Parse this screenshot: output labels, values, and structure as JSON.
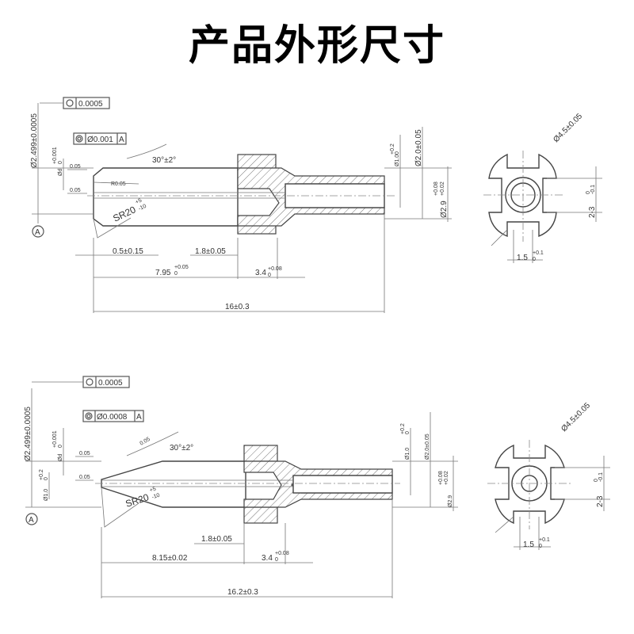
{
  "title": "产品外形尺寸",
  "drawings": [
    {
      "roundness_tol": "0.0005",
      "concentricity_tol": "Ø0.001",
      "datum": "A",
      "dia_main": "Ø2.499±0.0005",
      "dia_bore_base": "Ød",
      "dia_bore_tol": "+0.001",
      "dia_bore_tol2": "0",
      "surface1": "0.05",
      "surface2": "0.05",
      "angle": "30°±2°",
      "radius": "R0.05",
      "sr_base": "SR20",
      "sr_tol_upper": "+5",
      "sr_tol_lower": "-10",
      "dia_small_base": "Ø1.0",
      "dia_small_tol": "+0.2",
      "dia_small_tol2": "0",
      "dia_2": "Ø2.0±0.05",
      "dia_29_base": "Ø2.9",
      "dia_29_tol": "+0.08",
      "dia_29_tol2": "+0.02",
      "len_05": "0.5±0.15",
      "len_18": "1.8±0.05",
      "len_795_base": "7.95",
      "len_795_tol": "+0.05",
      "len_795_tol2": "0",
      "len_34_base": "3.4",
      "len_34_tol": "+0.08",
      "len_34_tol2": "0",
      "len_total": "16±0.3",
      "side_dia": "Ø4.5±0.05",
      "side_width_base": "2-3",
      "side_width_tol": "0",
      "side_width_tol2": "-0.1",
      "side_slot_base": "1.5",
      "side_slot_tol": "+0.1",
      "side_slot_tol2": "0"
    },
    {
      "roundness_tol": "0.0005",
      "concentricity_tol": "Ø0.0008",
      "datum": "A",
      "dia_main": "Ø2.499±0.0005",
      "dia_bore_base": "Ød",
      "dia_bore_tol": "+0.001",
      "dia_bore_tol2": "0",
      "surface1": "0.05",
      "surface2": "0.05",
      "angle": "30°±2°",
      "radius": "0.05",
      "sr_base": "SR20",
      "sr_tol_upper": "+5",
      "sr_tol_lower": "-10",
      "dia_tip_base": "Ø1.0",
      "dia_tip_tol": "+0.2",
      "dia_tip_tol2": "0",
      "dia_small_base": "Ø1.0",
      "dia_small_tol": "+0.2",
      "dia_small_tol2": "0",
      "dia_2": "Ø2.0±0.05",
      "dia_29_base": "Ø2.9",
      "dia_29_tol": "+0.08",
      "dia_29_tol2": "+0.02",
      "len_18": "1.8±0.05",
      "len_815": "8.15±0.02",
      "len_34_base": "3.4",
      "len_34_tol": "+0.08",
      "len_34_tol2": "0",
      "len_total": "16.2±0.3",
      "side_dia": "Ø4.5±0.05",
      "side_width_base": "2-3",
      "side_width_tol": "0",
      "side_width_tol2": "-0.1",
      "side_slot_base": "1.5",
      "side_slot_tol": "+0.1",
      "side_slot_tol2": "0"
    }
  ]
}
